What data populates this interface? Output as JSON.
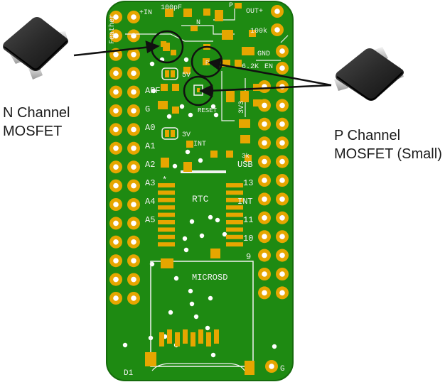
{
  "callouts": {
    "n_channel": {
      "line1": "N Channel",
      "line2": "MOSFET"
    },
    "p_channel": {
      "line1": "P Channel",
      "line2": "MOSFET (Small)"
    }
  },
  "board": {
    "color": "#1e8a12",
    "pad_color": "#e6a600",
    "silk_color": "#f2f2f2",
    "title_vertical": "Feather",
    "top_labels": [
      "+IN",
      "100pF",
      "P",
      "OUT+",
      "N",
      "100k",
      "GND",
      "6.2K",
      "EN",
      "5V",
      "RESET",
      "3V3",
      "3k",
      "INT",
      "3V"
    ],
    "left_pin_labels": [
      "ARF",
      "G",
      "A0",
      "A1",
      "A2",
      "A3",
      "A4",
      "A5"
    ],
    "right_pin_labels": [
      "USB",
      "13",
      "INT",
      "11",
      "10",
      "9"
    ],
    "chip_label": "RTC",
    "sd_label": "MICROSD",
    "bottom_left_label": "D1",
    "bottom_right_label": "G"
  }
}
